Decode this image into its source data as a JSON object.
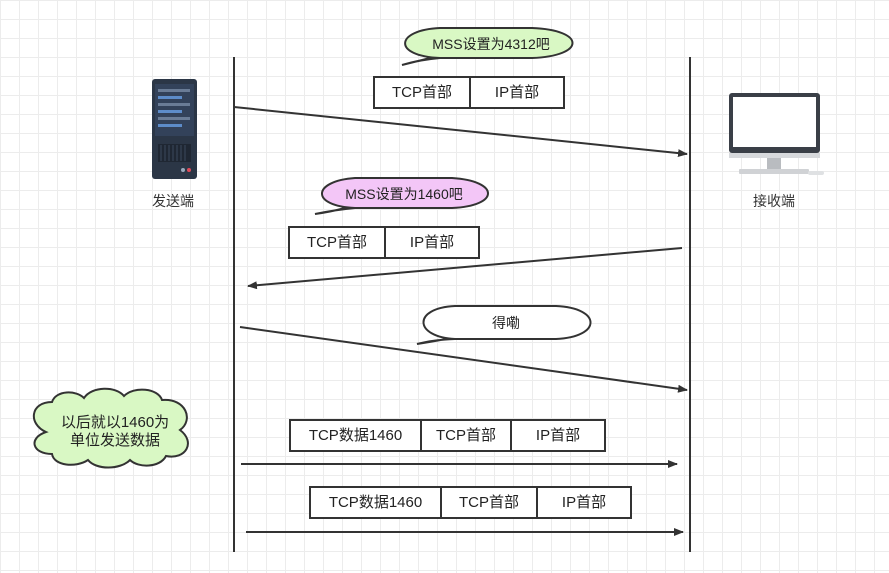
{
  "hosts": {
    "sender": {
      "label": "发送端",
      "icon": "server-icon"
    },
    "receiver": {
      "label": "接收端",
      "icon": "monitor-icon"
    }
  },
  "messages": [
    {
      "direction": "sender-to-receiver",
      "callout": "MSS设置为4312吧",
      "callout_color": "#d9f8c4",
      "segments": [
        "TCP首部",
        "IP首部"
      ]
    },
    {
      "direction": "receiver-to-sender",
      "callout": "MSS设置为1460吧",
      "callout_color": "#f3c6f7",
      "segments": [
        "TCP首部",
        "IP首部"
      ]
    },
    {
      "direction": "sender-to-receiver",
      "callout": "得嘞",
      "callout_color": "#ffffff",
      "segments": []
    },
    {
      "direction": "sender-to-receiver",
      "segments": [
        "TCP数据1460",
        "TCP首部",
        "IP首部"
      ]
    },
    {
      "direction": "sender-to-receiver",
      "segments": [
        "TCP数据1460",
        "TCP首部",
        "IP首部"
      ]
    }
  ],
  "note": {
    "lines": [
      "以后就以1460为",
      "单位发送数据"
    ],
    "color": "#d9f8c4"
  }
}
